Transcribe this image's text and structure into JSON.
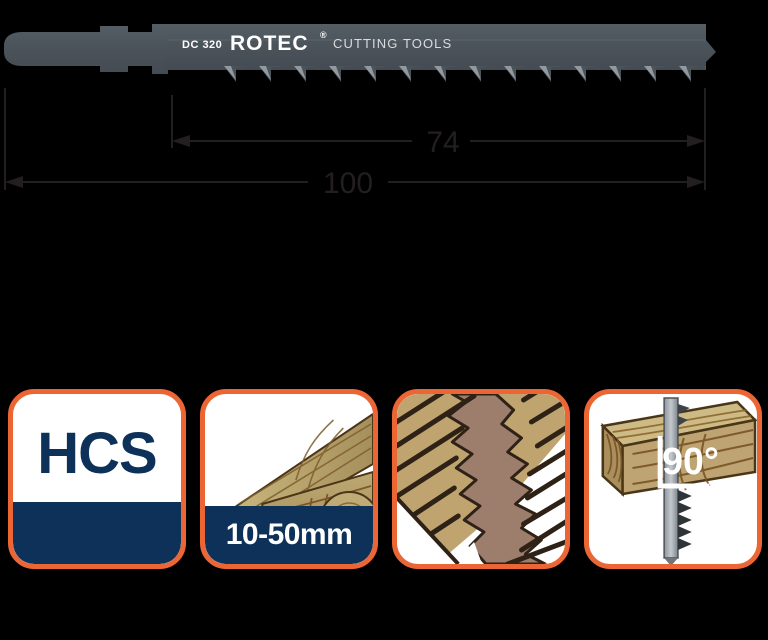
{
  "product": {
    "blade_marking_code": "DC 320",
    "brand": "ROTEC",
    "brand_registered_mark": "®",
    "brand_tagline": "CUTTING TOOLS"
  },
  "dimensions": {
    "working_length_label": "74",
    "total_length_label": "100"
  },
  "features": [
    {
      "name": "material-hcs",
      "primary_label": "HCS",
      "band_label": ""
    },
    {
      "name": "cutting-thickness",
      "band_label": "10-50mm"
    },
    {
      "name": "rough-cut-quality",
      "band_label": ""
    },
    {
      "name": "cut-angle-90",
      "angle_label": "90°"
    }
  ],
  "colors": {
    "background": "#000000",
    "blade_steel": "#4a525a",
    "blade_steel_dark": "#3f464d",
    "accent_orange": "#ec6534",
    "navy": "#0d3158",
    "dim_line": "#231f20",
    "wood_light": "#d6c894",
    "wood_mid": "#b79b5e",
    "wood_dark": "#8a6a3a",
    "wood_outline": "#3b2a14",
    "torn_wood": "#9d7d6c"
  }
}
